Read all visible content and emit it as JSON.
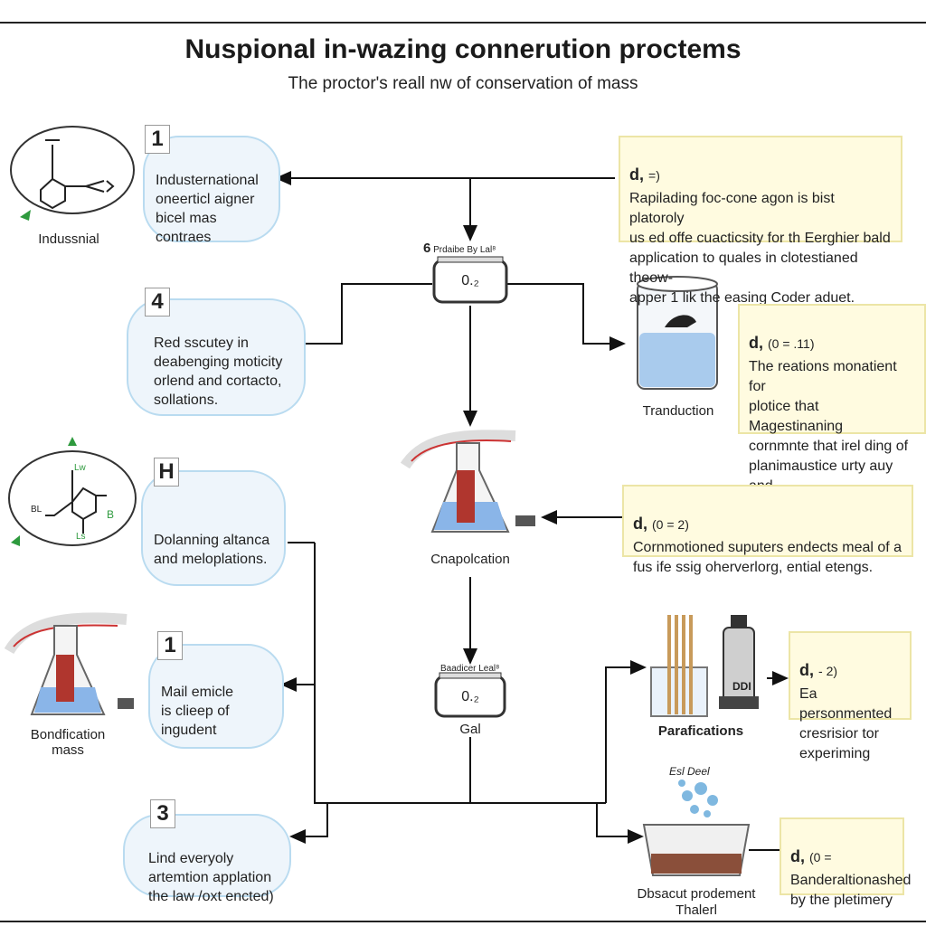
{
  "title": "Nuspional in-wazing connerution proctems",
  "subtitle": "The proctor's reall nw of conservation of mass",
  "steps": [
    {
      "num": "1",
      "text": "Industernational\noneerticl aigner\nbicel mas contraes"
    },
    {
      "num": "4",
      "text": "Red sscutey in\ndeabenging moticity\norlend and cortacto,\nsollations."
    },
    {
      "num": "H",
      "text": "Dolanning altanca\nand meloplations."
    },
    {
      "num": "1",
      "text": "Mail emicle\nis clieep of\ningudent"
    },
    {
      "num": "3",
      "text": "Lind everyoly\nartemtion applation\nthe law /oxt encted)"
    }
  ],
  "notes": [
    {
      "head": "d,",
      "sub": "=)",
      "text": "Rapilading foc-cone agon is bist platoroly\nus ed offe cuacticsity for th Eerghier bald\napplication to quales in clotestianed theow-\napper 1 lik the easing Coder aduet."
    },
    {
      "head": "d,",
      "sub": "(0 = .11)",
      "text": "The reations monatient for\nplotice that Magestinaning\ncornmnte that irel ding of\nplanimaustice urty auy and\npat se tacolice betined."
    },
    {
      "head": "d,",
      "sub": "(0 = 2)",
      "text": "Cornmotioned suputers endects meal of a\nfus ife ssig oherverlorg, ential etengs."
    },
    {
      "head": "d,",
      "sub": "- 2)",
      "text": "Ea personmented\ncresrisior tor\nexperiming"
    },
    {
      "head": "d,",
      "sub": "(0 =",
      "text": "Banderaltionashed\nby the pletimery"
    }
  ],
  "images": {
    "industrial": "Indussnial",
    "transduction": "Tranduction",
    "evaporation": "Cnapolcation",
    "bondfication": "Bondfication\nmass",
    "gal": "Gal",
    "parafications": "Parafications",
    "dbsacut": "Dbsacut prodement\nThalerl"
  },
  "scales": [
    {
      "header": "6",
      "header_small": "Prdaibe By Lal⁸",
      "value": "0.₂"
    },
    {
      "header": "",
      "header_small": "Baadicer Leal⁸",
      "value": "0.₂"
    }
  ],
  "molecule_labels": {
    "lw": "Lw",
    "bl": "BL",
    "b": "B",
    "ls": "Ls"
  },
  "burst_label": "Esl Deel",
  "device_label": "DDI",
  "colors": {
    "bubble_border": "#b9dbf0",
    "bubble_fill": "#eef5fb",
    "note_fill": "#fffbe0",
    "note_border": "#ece5a6",
    "accent_green": "#2e9a3e",
    "liquid_blue": "#a9cbed"
  }
}
